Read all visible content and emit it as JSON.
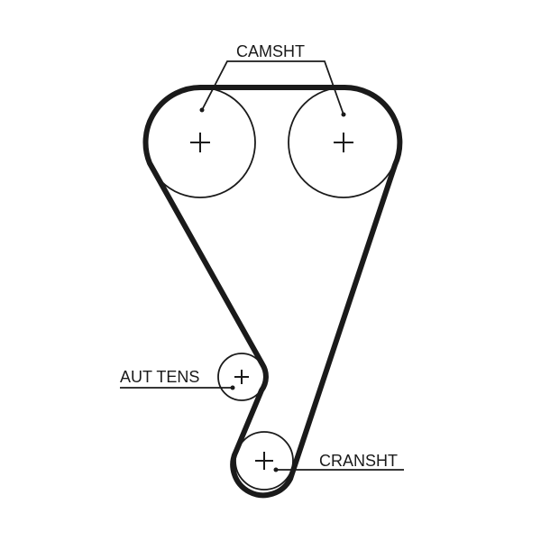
{
  "diagram": {
    "title": "Timing belt routing",
    "colors": {
      "line": "#1a1a1a",
      "background": "#ffffff"
    },
    "labels": {
      "camshaft": "CAMSHT",
      "tensioner": "AUT TENS",
      "crankshaft": "CRANSHT"
    },
    "components": [
      {
        "id": "camshaft-left",
        "role": "camshaft",
        "icon": "plus-center-mark"
      },
      {
        "id": "camshaft-right",
        "role": "camshaft",
        "icon": "plus-center-mark"
      },
      {
        "id": "tensioner",
        "role": "automatic tensioner",
        "icon": "plus-center-mark"
      },
      {
        "id": "crankshaft",
        "role": "crankshaft",
        "icon": "plus-center-mark"
      }
    ]
  }
}
